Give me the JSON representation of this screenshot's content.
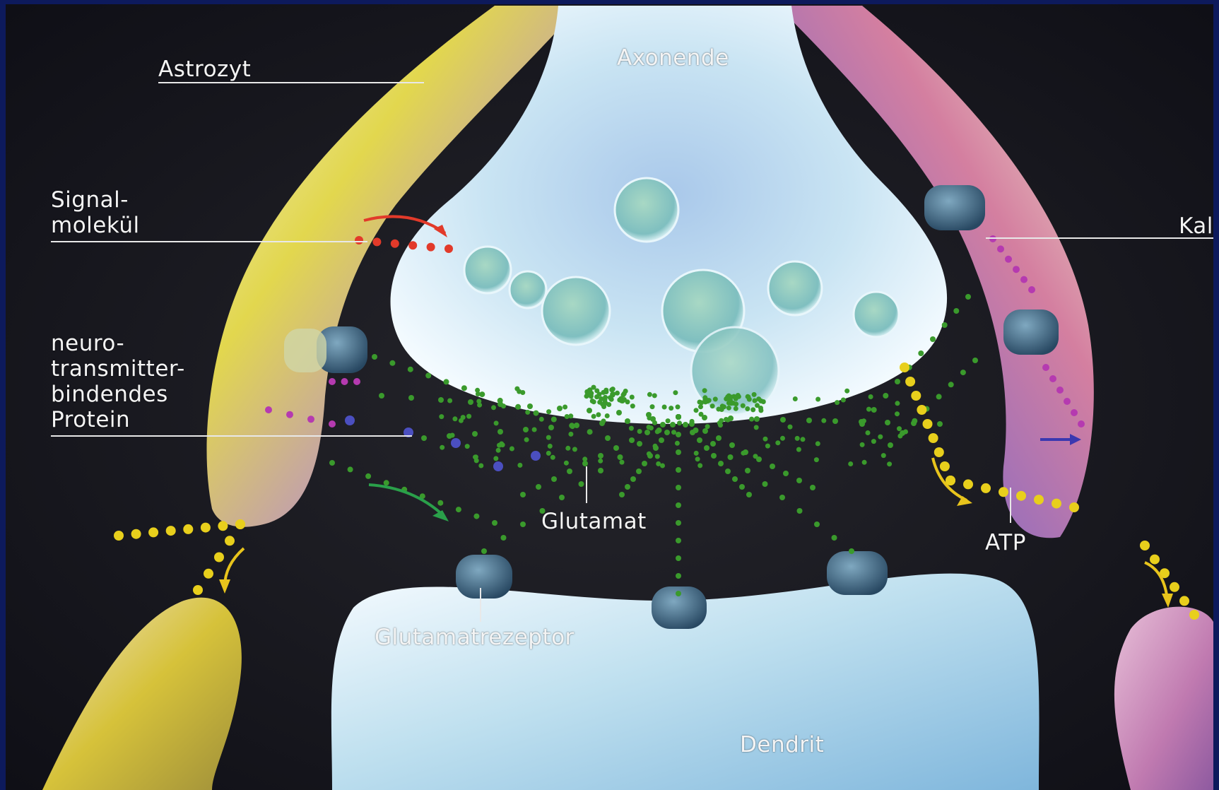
{
  "diagram": {
    "labels": {
      "astrozyt": "Astrozyt",
      "axonende": "Axonende",
      "signal_line1": "Signal-",
      "signal_line2": "molekül",
      "neuro_line1": "neuro-",
      "neuro_line2": "transmitter-",
      "neuro_line3": "bindendes",
      "neuro_line4": "Protein",
      "kal": "Kal",
      "glutamat": "Glutamat",
      "atp": "ATP",
      "glutamatrezeptor": "Glutamatrezeptor",
      "dendrit": "Dendrit"
    }
  },
  "colors": {
    "frame": "#0d1a5c",
    "background": "#15151d",
    "glutamate": "#3a9a2c",
    "atp": "#e8cf1c",
    "signal": "#e23a2a",
    "potassium": "#b53ab0",
    "protein": "#4b4fc0",
    "axon": "#cfe8f4",
    "astro_left": "#d8d84a",
    "astro_right": "#c07ab8",
    "dendrite": "#c8e6f2"
  }
}
